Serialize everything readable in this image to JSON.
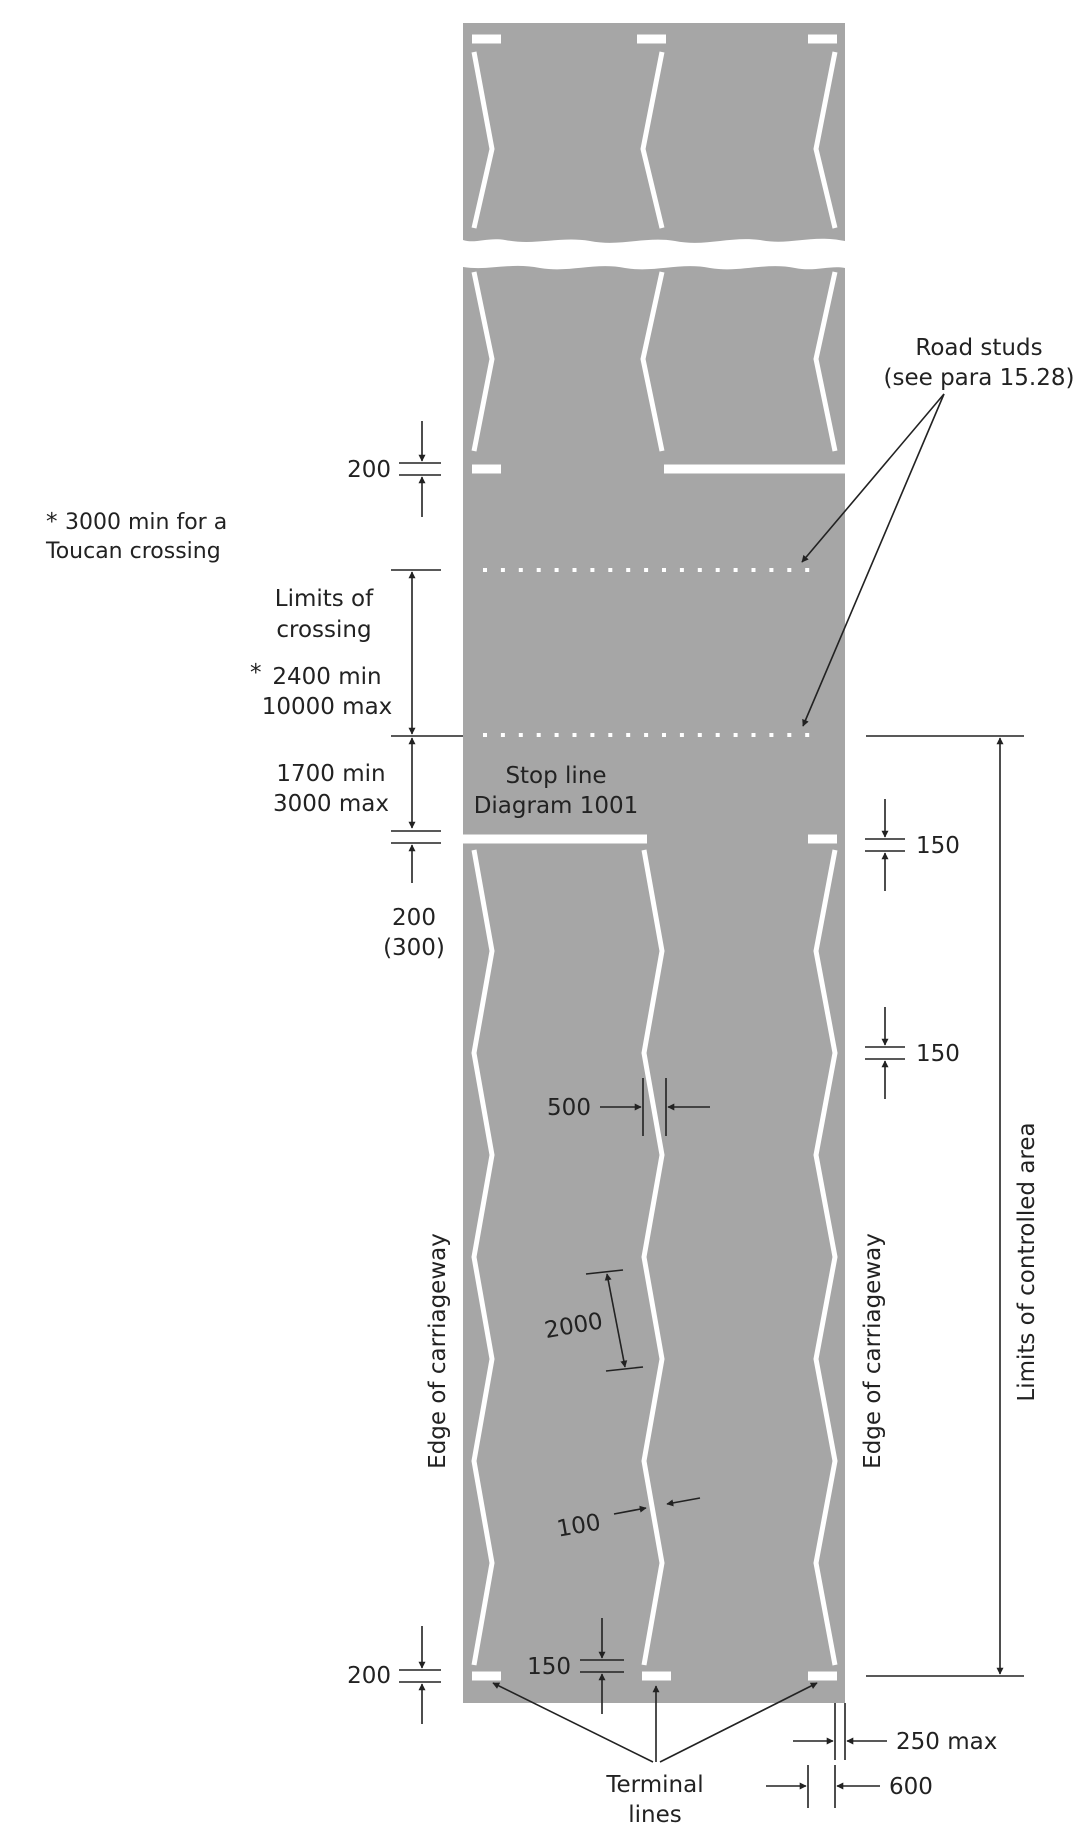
{
  "colors": {
    "road": "#a6a6a6",
    "marking": "#ffffff",
    "ink": "#222222"
  },
  "annotations": {
    "road_studs_line1": "Road studs",
    "road_studs_line2": "(see para 15.28)",
    "footnote_star": "*",
    "footnote_line1": "3000 min for a",
    "footnote_line2": "Toucan crossing",
    "limits_crossing_line1": "Limits of",
    "limits_crossing_line2": "crossing",
    "crossing_star": "*",
    "crossing_min": "2400 min",
    "crossing_max": "10000 max",
    "setback_min": "1700 min",
    "setback_max": "3000 max",
    "stop_line_line1": "Stop line",
    "stop_line_line2": "Diagram 1001",
    "stopline_width": "200",
    "stopline_width_alt": "(300)",
    "upper_terminal_width": "200",
    "lower_terminal_width": "200",
    "gap_150_top": "150",
    "gap_150_mid": "150",
    "gap_150_bottom": "150",
    "zigzag_offset": "500",
    "zigzag_length": "2000",
    "line_width": "100",
    "edge_left": "Edge of carriageway",
    "edge_right": "Edge of carriageway",
    "limits_controlled": "Limits of controlled area",
    "terminal_line1": "Terminal",
    "terminal_line2": "lines",
    "edge_gap_max": "250 max",
    "edge_gap_600": "600"
  }
}
